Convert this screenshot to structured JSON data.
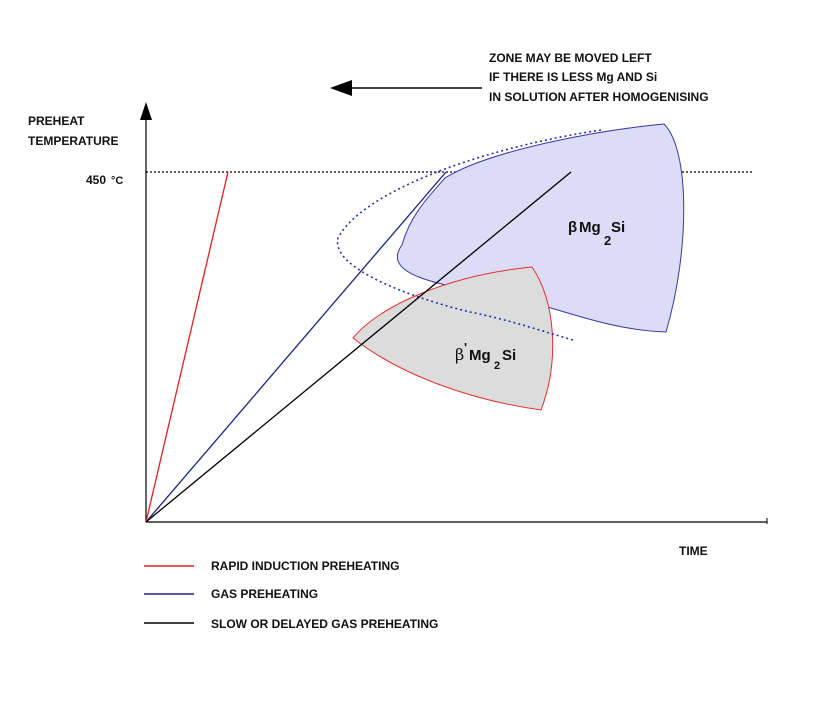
{
  "note": {
    "line1": "ZONE MAY BE MOVED LEFT",
    "line2": "IF THERE IS LESS Mg AND Si",
    "line3": "IN SOLUTION AFTER HOMOGENISING"
  },
  "y_axis": {
    "label_line1": "PREHEAT",
    "label_line2": "TEMPERATURE"
  },
  "x_axis": {
    "label": "TIME"
  },
  "temp_marker": {
    "value": "450",
    "unit": "°C"
  },
  "zones": {
    "beta": {
      "symbol": "β",
      "mg": "Mg",
      "sub": "2",
      "si": "Si",
      "fill": "#dcdcf7",
      "stroke": "#3a3aa0"
    },
    "beta_prime": {
      "symbol": "β",
      "prime": "'",
      "mg": "Mg",
      "sub": "2",
      "si": "Si",
      "fill": "#dcdcdc",
      "stroke": "#e03030"
    }
  },
  "legend": [
    {
      "label": "RAPID INDUCTION PREHEATING",
      "color": "#e02020"
    },
    {
      "label": "GAS PREHEATING",
      "color": "#1a237e"
    },
    {
      "label": "SLOW OR DELAYED GAS PREHEATING",
      "color": "#000000"
    }
  ]
}
